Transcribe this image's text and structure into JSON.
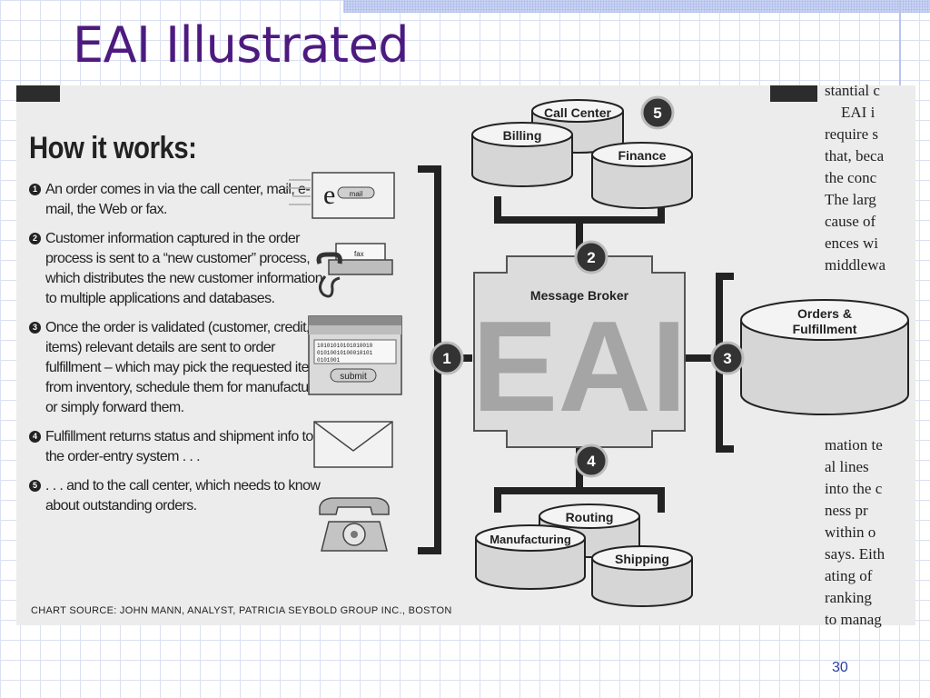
{
  "slide": {
    "title": "EAI Illustrated",
    "page_number": "30"
  },
  "figure": {
    "heading": "How it works:",
    "steps": [
      {
        "num": "1",
        "text": "An order comes in via the call center, mail, e-mail, the Web or fax."
      },
      {
        "num": "2",
        "text": "Customer information captured in the order process is sent to a “new customer” process, which distributes the new customer information to multiple applications and databases."
      },
      {
        "num": "3",
        "text": "Once the order is validated (customer, credit, items) relevant details are sent to order fulfillment – which may pick the requested items from inventory, schedule them for manufacture or simply forward them."
      },
      {
        "num": "4",
        "text": "Fulfillment returns status and shipment info to the order-entry system . . ."
      },
      {
        "num": "5",
        "text": ". . . and to the call center, which needs to know about outstanding orders."
      }
    ],
    "source": "CHART SOURCE: JOHN MANN, ANALYST, PATRICIA SEYBOLD GROUP INC., BOSTON",
    "diagram": {
      "broker_label": "Message Broker",
      "broker_big_text": "EAI",
      "top_databases": [
        "Call Center",
        "Billing",
        "Finance"
      ],
      "right_database": [
        "Orders &",
        "Fulfillment"
      ],
      "bottom_databases": [
        "Routing",
        "Manufacturing",
        "Shipping"
      ],
      "markers": [
        "1",
        "2",
        "3",
        "4",
        "5"
      ],
      "email_letter": "e",
      "mail_button": "mail",
      "fax_label": "fax",
      "web_binary": [
        "10101010101010010",
        "01010010100010101",
        "0101001"
      ],
      "submit_button": "submit"
    }
  },
  "side_column": {
    "top_lines": [
      "stantial c",
      "EAI i",
      "require s",
      "that, beca",
      "the conc",
      "The larg",
      "cause of",
      "ences wi",
      "middlewa"
    ],
    "bottom_lines": [
      "mation te",
      "al lines",
      "into the c",
      "ness pr",
      "within o",
      "says. Eith",
      "ating of",
      "ranking",
      "to manag"
    ]
  },
  "colors": {
    "title": "#4d1a80",
    "eai_text": "#a5a5a5",
    "broker_fill": "#dcdcdc",
    "marker_fill": "#333333"
  },
  "icons": [
    "email-device-icon",
    "fax-machine-icon",
    "web-form-icon",
    "envelope-icon",
    "telephone-icon"
  ]
}
